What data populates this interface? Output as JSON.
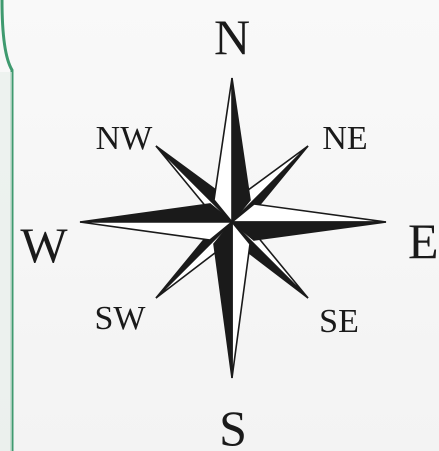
{
  "compass": {
    "cardinal": {
      "north": "N",
      "east": "E",
      "south": "S",
      "west": "W"
    },
    "intercardinal": {
      "northeast": "NE",
      "southeast": "SE",
      "southwest": "SW",
      "northwest": "NW"
    }
  },
  "colors": {
    "ink": "#1a1a1a",
    "paper": "#f7f7f7",
    "edge_green": "#3f9a6f"
  }
}
